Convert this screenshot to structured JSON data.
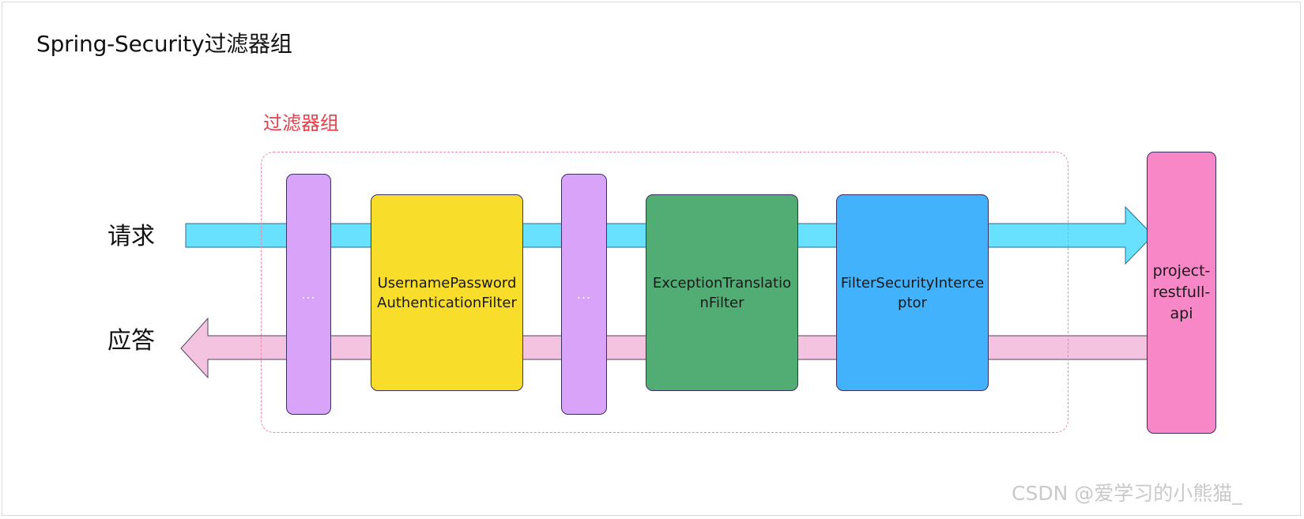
{
  "title": "Spring-Security过滤器组",
  "group": {
    "label": "过滤器组"
  },
  "flows": {
    "request_label": "请求",
    "response_label": "应答"
  },
  "filters": {
    "ellipsis_1": "...",
    "username_password": "UsernamePasswordAuthenticationFilter",
    "ellipsis_2": "...",
    "exception_translation": "ExceptionTranslationFilter",
    "filter_security_interceptor": "FilterSecurityInterceptor"
  },
  "target": {
    "label": "project-restfull-api"
  },
  "watermark": "CSDN @爱学习的小熊猫_",
  "colors": {
    "request_arrow": "#68e1fe",
    "response_arrow": "#f3c3df",
    "ellipsis_filter": "#d9a3f9",
    "username_filter": "#f8dd2b",
    "exception_filter": "#51ad74",
    "security_interceptor": "#41b2fb",
    "target_service": "#f887c8",
    "group_border": "#e88aa7",
    "group_label": "#e2414b"
  }
}
